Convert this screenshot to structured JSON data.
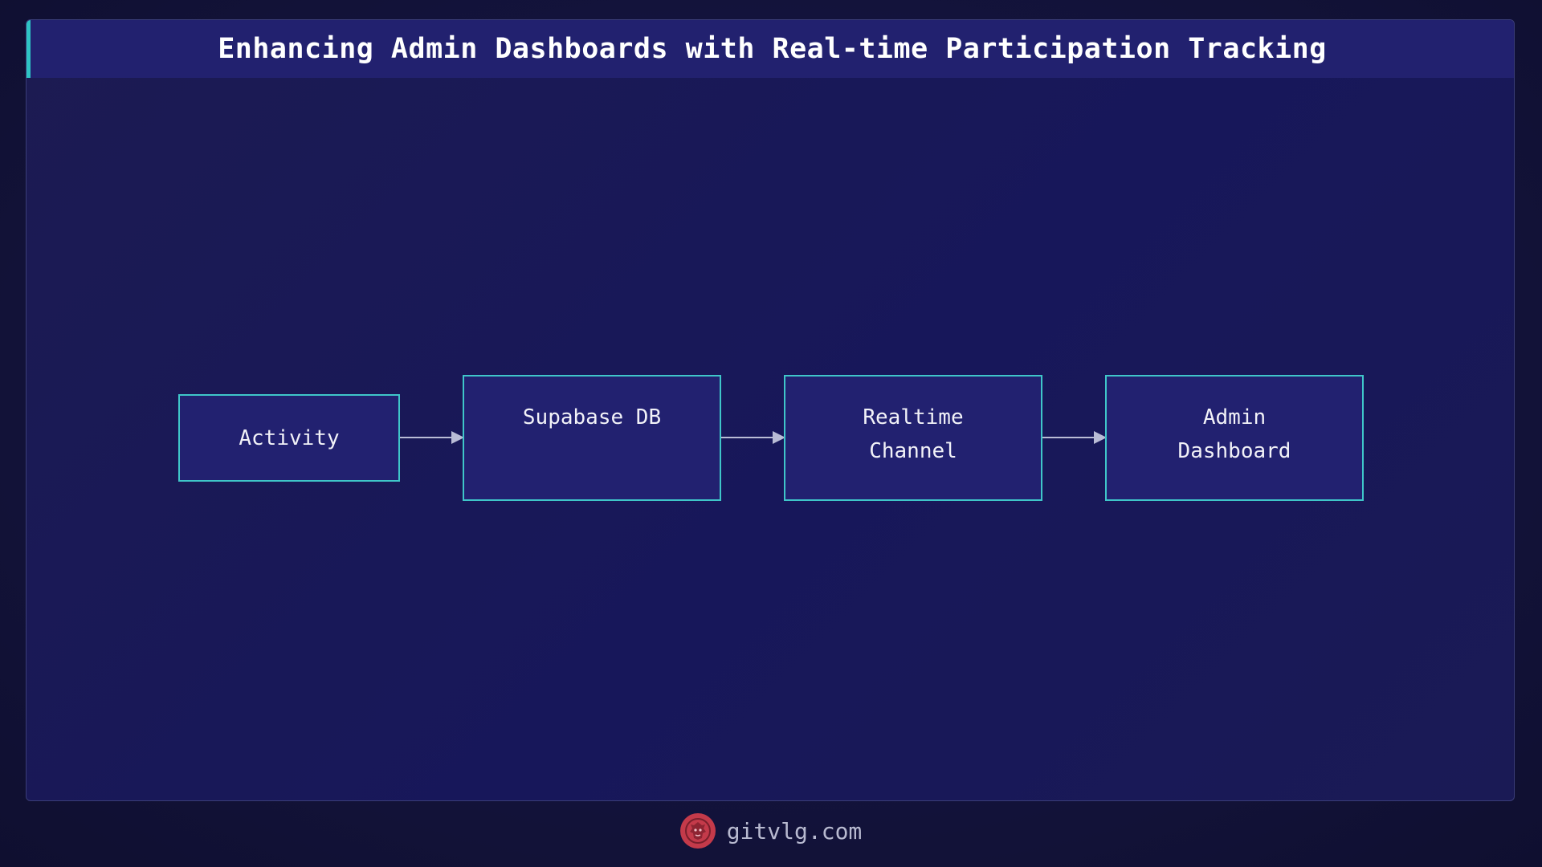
{
  "title": "Enhancing Admin Dashboards with Real-time Participation Tracking",
  "nodes": [
    {
      "id": "activity",
      "label": "Activity"
    },
    {
      "id": "supabase-db",
      "label": "Supabase DB"
    },
    {
      "id": "realtime-channel",
      "label": "Realtime\nChannel"
    },
    {
      "id": "admin-dashboard",
      "label": "Admin\nDashboard"
    }
  ],
  "edges": [
    {
      "from": "activity",
      "to": "supabase-db"
    },
    {
      "from": "supabase-db",
      "to": "realtime-channel"
    },
    {
      "from": "realtime-channel",
      "to": "admin-dashboard"
    }
  ],
  "footer": {
    "site": "gitvlg.com",
    "logo_icon": "lion-logo-icon"
  },
  "colors": {
    "node_border": "#3fc6c9",
    "node_fill": "#222170",
    "title_bar": "#22216f",
    "accent": "#2ec4c4",
    "arrow": "#b9bcd6",
    "logo": "#c43a4a"
  }
}
